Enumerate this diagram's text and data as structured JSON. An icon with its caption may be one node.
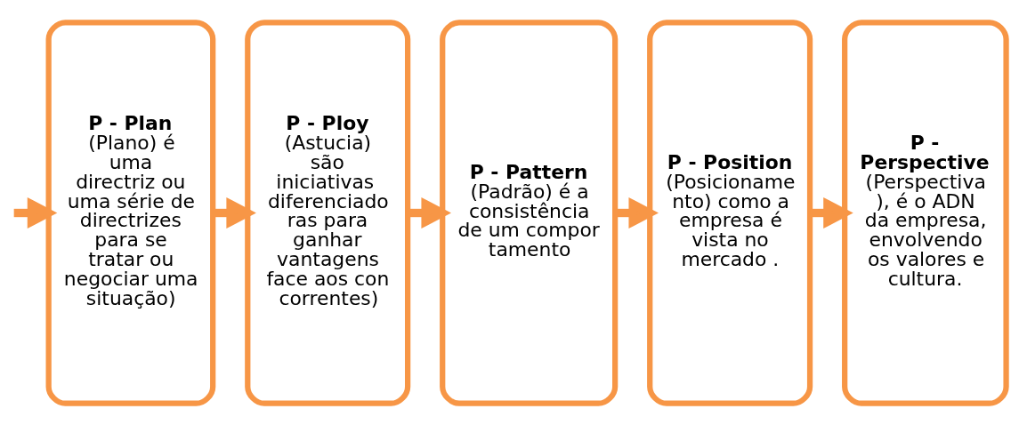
{
  "diagram": {
    "nodes": [
      {
        "text": [
          "P - Plan",
          "(Plano) é uma directriz ou uma série de directrizes para se tratar ou negociar uma situação)"
        ]
      },
      {
        "text": [
          "P - Ploy",
          "(Astucia) são iniciativas diferenciadoras para ganhar vantagens face aos concorrentes)"
        ]
      },
      {
        "text": [
          "P - Pattern",
          "(Padrão) é a consistência de um comportamento"
        ]
      },
      {
        "text": [
          "P - Position",
          "(Posicionamento) como a empresa é vista no mercado ."
        ]
      },
      {
        "text": [
          "P - Perspective",
          "(Perspectiva), é o ADN da empresa, envolvendo os valores e cultura."
        ]
      }
    ],
    "edges": [
      {
        "from": null,
        "to": 0,
        "arrow": "to"
      },
      {
        "from": 0,
        "to": 1,
        "arrow": "to"
      },
      {
        "from": 1,
        "to": 2,
        "arrow": "to"
      },
      {
        "from": 2,
        "to": 3,
        "arrow": "to"
      },
      {
        "from": 3,
        "to": 4,
        "arrow": "to"
      }
    ]
  }
}
